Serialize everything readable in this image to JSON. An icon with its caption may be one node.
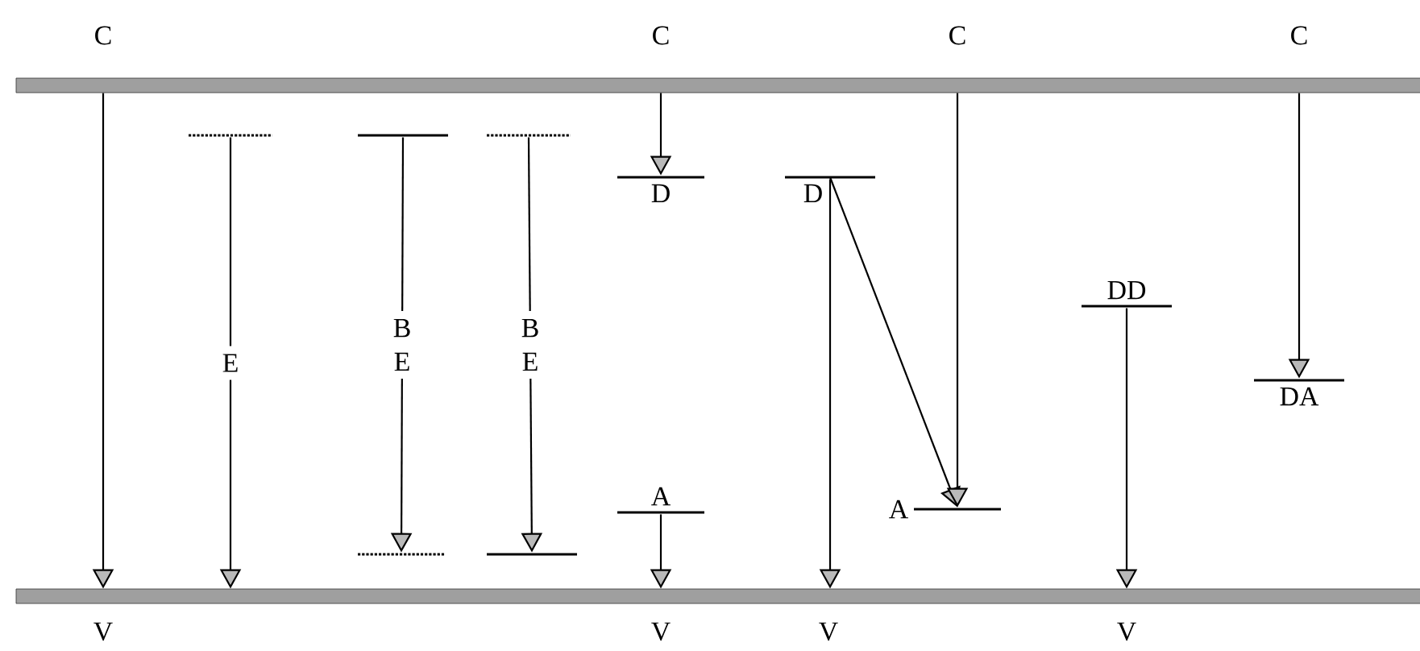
{
  "diagram": {
    "nodes": [
      {
        "text": [],
        "shape": "bar"
      },
      {
        "text": [],
        "shape": "bar"
      },
      {
        "text": [],
        "shape": "bar"
      },
      {
        "text": [],
        "shape": "bar"
      },
      {
        "text": [],
        "shape": "bar"
      },
      {
        "text": [],
        "shape": "bar"
      },
      {
        "text": [],
        "shape": "bar"
      },
      {
        "text": [
          "D"
        ]
      },
      {
        "text": [
          "A"
        ]
      },
      {
        "text": [
          "D"
        ]
      },
      {
        "text": [
          "A"
        ]
      },
      {
        "text": [
          "DD"
        ]
      },
      {
        "text": [
          "DA"
        ]
      }
    ],
    "edges": [
      {
        "from": 0,
        "to": 1,
        "arrow": "to"
      },
      {
        "from": 2,
        "to": 1,
        "arrow": "to",
        "label": "E"
      },
      {
        "from": 3,
        "to": 4,
        "arrow": "to",
        "label": "B E"
      },
      {
        "from": 5,
        "to": 6,
        "arrow": "to",
        "label": "B E"
      },
      {
        "from": 0,
        "to": 7,
        "arrow": "to"
      },
      {
        "from": 8,
        "to": 1,
        "arrow": "to"
      },
      {
        "from": 9,
        "to": 1,
        "arrow": "to"
      },
      {
        "from": 9,
        "to": 10,
        "arrow": "to"
      },
      {
        "from": 0,
        "to": 10,
        "arrow": "to"
      },
      {
        "from": 11,
        "to": 1,
        "arrow": "to"
      },
      {
        "from": 0,
        "to": 12,
        "arrow": "to"
      }
    ],
    "labels": [
      "C",
      "C",
      "C",
      "C",
      "V",
      "V",
      "V",
      "V"
    ]
  }
}
